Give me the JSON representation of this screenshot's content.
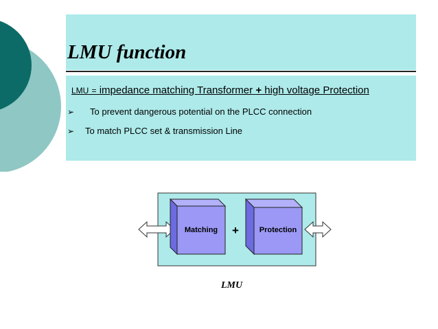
{
  "slide": {
    "title": "LMU function",
    "lead": {
      "term": "LMU",
      "equals": "=",
      "part1": "impedance matching Transformer",
      "plus": "+",
      "part2": "high voltage Protection"
    },
    "bullets": [
      "To prevent dangerous potential on the PLCC  connection",
      "To match PLCC set  &  transmission Line"
    ],
    "bullet_symbol": "➢",
    "diagram": {
      "box1_label": "Matching",
      "box2_label": "Protection",
      "plus": "+",
      "caption": "LMU"
    }
  },
  "colors": {
    "band": "#aeeaea",
    "teal_dark": "#0c6b66",
    "teal_light": "#8fc7c4",
    "box_face": "#9b99f5",
    "box_side": "#6d6be0",
    "box_top": "#b3b1fa"
  }
}
